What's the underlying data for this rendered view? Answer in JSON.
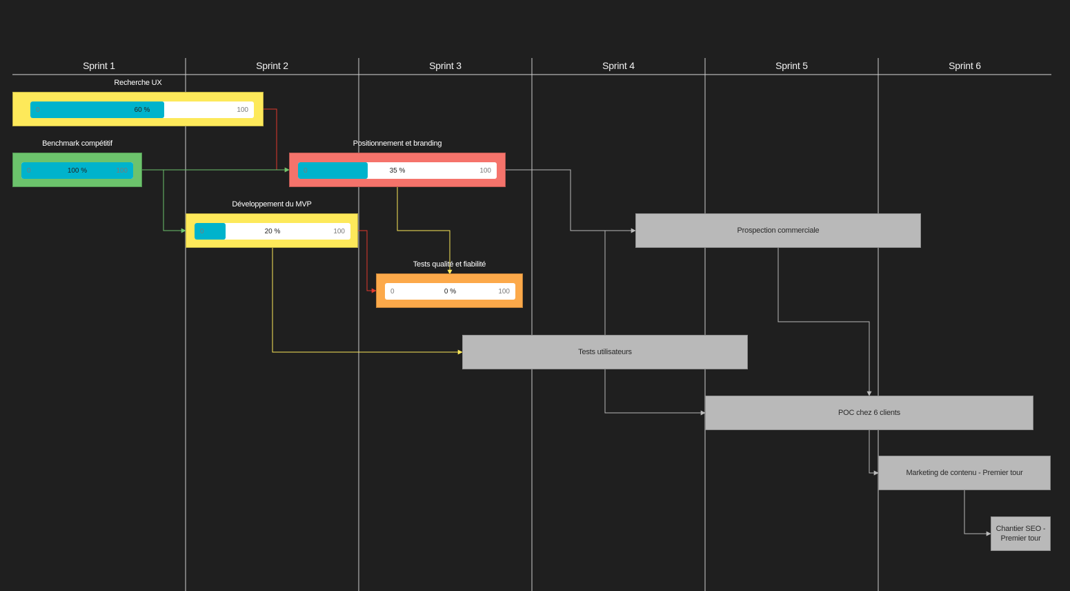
{
  "sprints": [
    "Sprint 1",
    "Sprint 2",
    "Sprint 3",
    "Sprint 4",
    "Sprint 5",
    "Sprint 6"
  ],
  "progress_tasks": [
    {
      "id": "recherche-ux",
      "title": "Recherche UX",
      "color": "#fde95a",
      "min": "0",
      "max": "100",
      "value": 60,
      "pct_label": "60 %"
    },
    {
      "id": "benchmark",
      "title": "Benchmark compétitif",
      "color": "#6cc36c",
      "min": "0",
      "max": "100",
      "value": 100,
      "pct_label": "100 %"
    },
    {
      "id": "positionnement",
      "title": "Positionnement et branding",
      "color": "#f5736b",
      "min": "0",
      "max": "100",
      "value": 35,
      "pct_label": "35 %"
    },
    {
      "id": "mvp",
      "title": "Développement du MVP",
      "color": "#fde95a",
      "min": "0",
      "max": "100",
      "value": 20,
      "pct_label": "20 %"
    },
    {
      "id": "tests-qualite",
      "title": "Tests qualité et fiabilité",
      "color": "#fca94a",
      "min": "0",
      "max": "100",
      "value": 0,
      "pct_label": "0 %"
    }
  ],
  "plain_tasks": [
    {
      "id": "prospection",
      "label": "Prospection commerciale"
    },
    {
      "id": "tests-utilisateurs",
      "label": "Tests utilisateurs"
    },
    {
      "id": "poc",
      "label": "POC chez 6 clients"
    },
    {
      "id": "marketing",
      "label": "Marketing de contenu - Premier tour"
    },
    {
      "id": "seo",
      "label": "Chantier SEO - Premier tour"
    }
  ],
  "connector_colors": {
    "red": "#e03a2e",
    "green": "#6cc36c",
    "yellow": "#fde95a",
    "grey": "#b9b9b9"
  },
  "theme": {
    "background": "#1f1f1f",
    "grid": "#cfcfcf",
    "progress_fill": "#00b3cc"
  }
}
